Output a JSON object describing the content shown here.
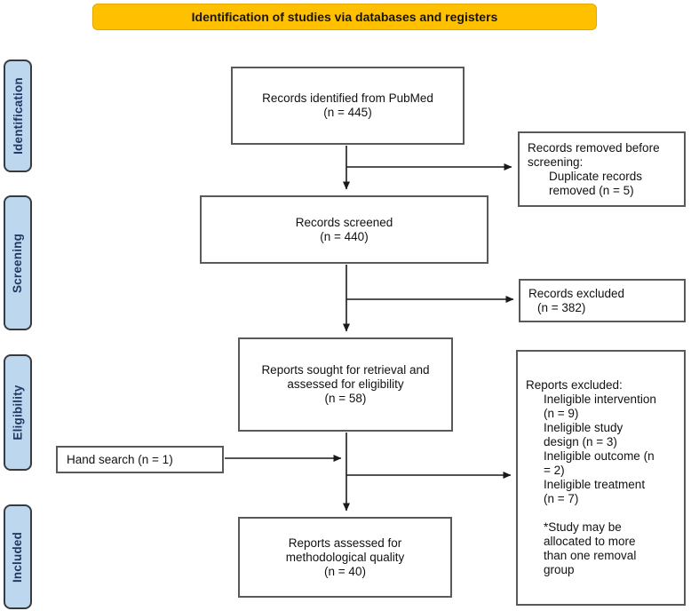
{
  "banner": {
    "title": "Identification of studies via databases and registers"
  },
  "stages": {
    "identification": "Identification",
    "screening": "Screening",
    "eligibility": "Eligibility",
    "included": "Included"
  },
  "flow": {
    "identified": {
      "text": "Records identified from PubMed\n(n = 445)"
    },
    "screened": {
      "text": "Records screened\n(n = 440)"
    },
    "sought": {
      "text": "Reports sought for retrieval and\nassessed for eligibility\n(n = 58)"
    },
    "hand_search": {
      "text": "Hand search (n = 1)"
    },
    "assessed": {
      "text": "Reports assessed for\nmethodological quality\n(n = 40)"
    }
  },
  "exclusions": {
    "removed_before_screening": {
      "heading": "Records removed before\nscreening:",
      "items": [
        "Duplicate records\nremoved (n = 5)"
      ]
    },
    "records_excluded": {
      "heading": "Records excluded",
      "items": [
        "(n = 382)"
      ]
    },
    "reports_excluded": {
      "heading": "Reports excluded:",
      "items": [
        "Ineligible intervention\n(n = 9)",
        "Ineligible study\ndesign (n = 3)",
        "Ineligible outcome (n\n= 2)",
        "Ineligible treatment\n(n = 7)",
        "",
        "*Study may be\nallocated to more\nthan one removal\ngroup"
      ]
    }
  },
  "colors": {
    "banner_bg": "#FFC000",
    "stage_bg": "#BDD7EE",
    "stage_text": "#1F3864",
    "box_border": "#595959",
    "arrow": "#1a1a1a"
  }
}
